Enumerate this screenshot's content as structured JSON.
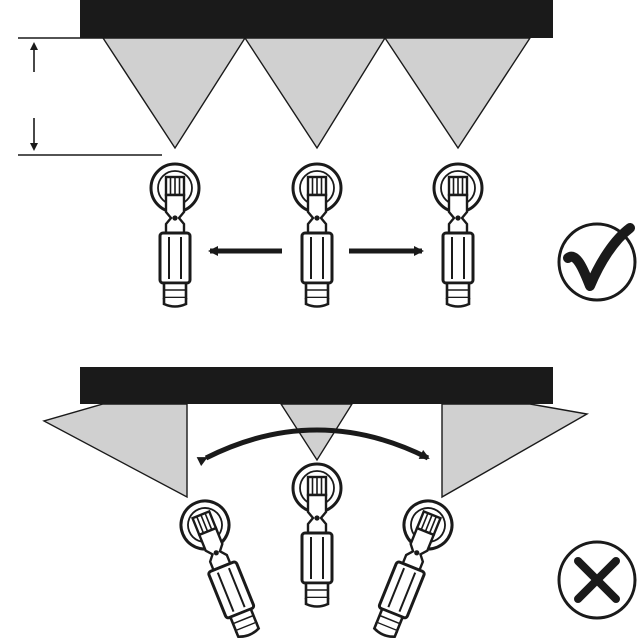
{
  "figure": {
    "panels": [
      {
        "id": "correct",
        "verdict": "correct",
        "verdict_icon": "check-mark-icon",
        "nozzle_count": 3,
        "nozzle_orientation": "vertical"
      },
      {
        "id": "incorrect",
        "verdict": "incorrect",
        "verdict_icon": "cross-mark-icon",
        "nozzle_count": 3,
        "nozzle_orientation": "angled outward"
      }
    ],
    "icons": {
      "spray": "spray-cone-icon",
      "nozzle": "spray-nozzle-icon",
      "horizontal_arrow": "double-arrow-icon",
      "curved_arrow": "curved-double-arrow-icon",
      "height_marker": "height-dimension-icon"
    },
    "colors": {
      "bar": "#1a1a1a",
      "spray": "#d0d0d0",
      "outline": "#1a1a1a",
      "nozzle_fill": "#ffffff",
      "background": "#ffffff"
    }
  }
}
